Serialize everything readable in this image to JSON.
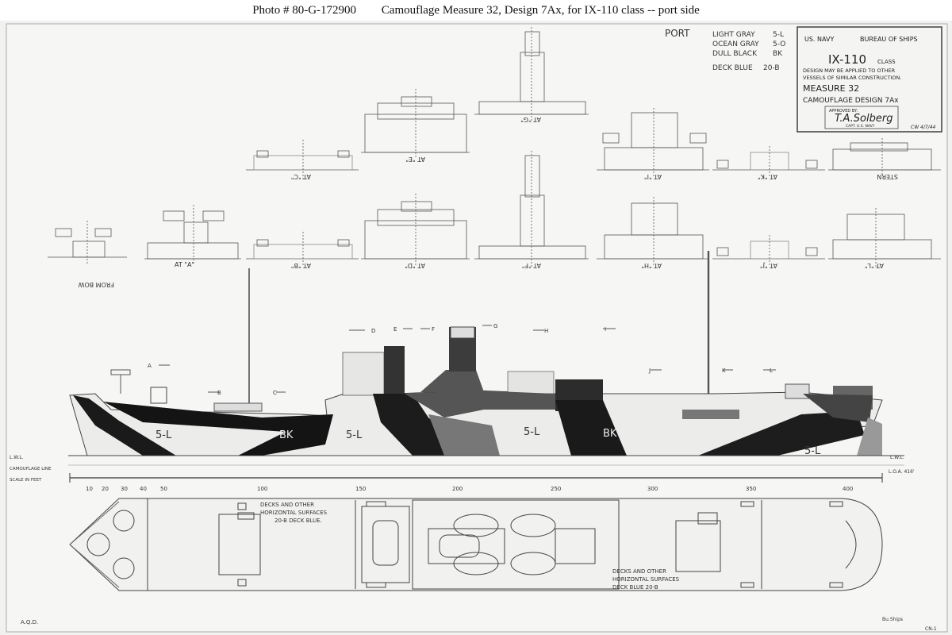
{
  "caption": {
    "photo_label": "Photo #",
    "photo_number": "80-G-172900",
    "title": "Camouflage Measure 32, Design 7Ax, for IX-110 class -- port side"
  },
  "drawing": {
    "side_label": "PORT",
    "legend": [
      {
        "name": "LIGHT GRAY",
        "code": "5-L"
      },
      {
        "name": "OCEAN GRAY",
        "code": "5-O"
      },
      {
        "name": "DULL BLACK",
        "code": "BK"
      },
      {
        "name": "DECK BLUE",
        "code": "20-B"
      }
    ],
    "title_block": {
      "navy": "US. NAVY",
      "bureau": "BUREAU OF SHIPS",
      "ship_class": "IX-110",
      "class_word": "CLASS",
      "note1": "DESIGN MAY BE APPLIED TO OTHER",
      "note2": "VESSELS OF SIMILAR CONSTRUCTION.",
      "measure": "MEASURE 32",
      "design": "CAMOUFLAGE DESIGN 7Ax",
      "approved_by": "APPROVED BY:",
      "signature": "T.A.Solberg",
      "rank": "CAPT. U.S. NAVY",
      "initials": "CW 4/7/44"
    },
    "sections_top": [
      {
        "label": "AT \"C\""
      },
      {
        "label": "AT \"E\""
      },
      {
        "label": "AT \"G\""
      },
      {
        "label": "AT \"I\""
      },
      {
        "label": "AT \"K\""
      },
      {
        "label": "STERN"
      }
    ],
    "sections_bottom": [
      {
        "label": "FROM BOW"
      },
      {
        "label": "AT \"A\""
      },
      {
        "label": "AT \"B\""
      },
      {
        "label": "AT \"D\""
      },
      {
        "label": "AT \"F\""
      },
      {
        "label": "AT \"H\""
      },
      {
        "label": "AT \"J\""
      },
      {
        "label": "AT \"L\""
      }
    ],
    "hull_labels": [
      "5-L",
      "BK",
      "5-L",
      "5-L",
      "BK",
      "5-L"
    ],
    "station_markers": [
      "A",
      "B",
      "C",
      "D",
      "E",
      "F",
      "G",
      "H",
      "I",
      "J",
      "K",
      "L"
    ],
    "lwl": "L.W.L.",
    "camouflage_line": "CAMOUFLAGE LINE",
    "scale_label": "SCALE IN FEET",
    "loa": "L.O.A. 416'",
    "scale_numbers": [
      "10",
      "20",
      "30",
      "40",
      "50",
      "100",
      "150",
      "200",
      "250",
      "300",
      "350",
      "400"
    ],
    "deck_note_1": [
      "DECKS AND OTHER",
      "HORIZONTAL SURFACES",
      "20-B DECK BLUE."
    ],
    "deck_note_2": [
      "DECKS AND OTHER",
      "HORIZONTAL SURFACES",
      "DECK BLUE 20-B"
    ],
    "corner_left": "A.Q.D.",
    "corner_right": "Bu.Ships",
    "corner_code": "CN-1"
  }
}
